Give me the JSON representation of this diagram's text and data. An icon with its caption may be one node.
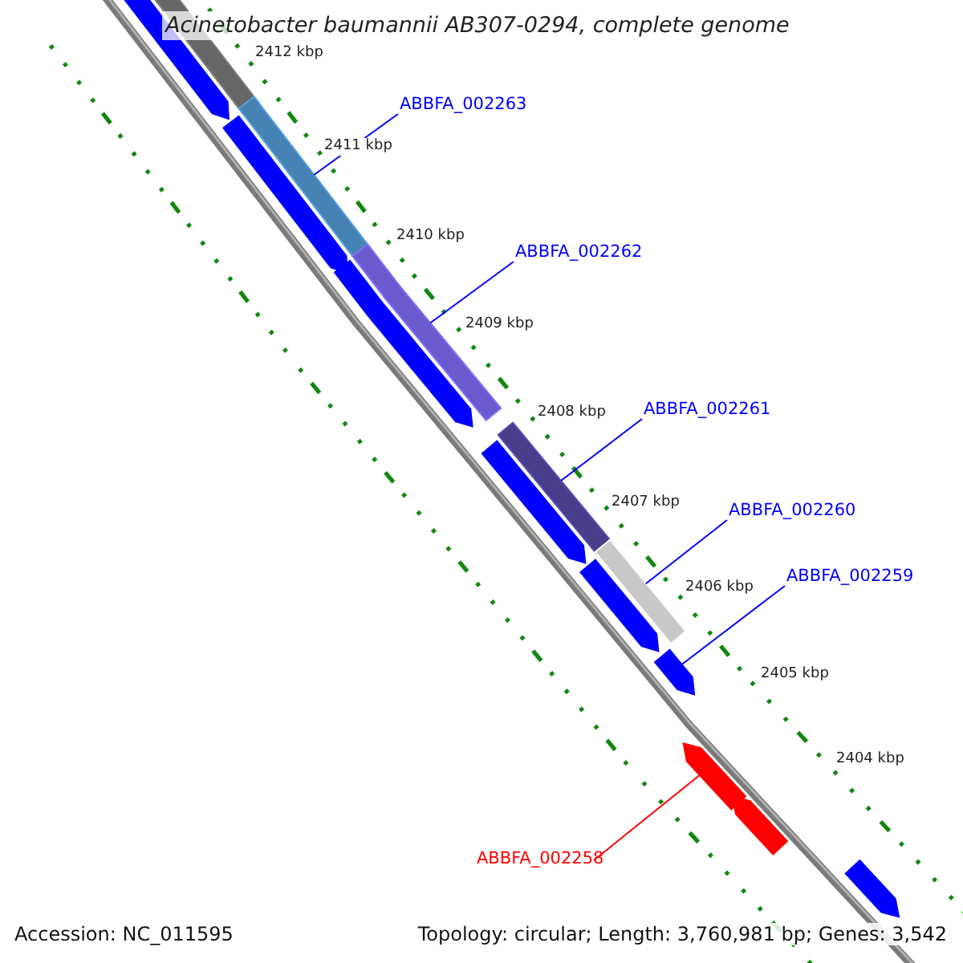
{
  "diagram": {
    "title": "Acinetobacter baumannii AB307-0294, complete genome",
    "nodes": [
      {
        "text": [
          "ABBFA_002263"
        ]
      },
      {
        "text": [
          "ABBFA_002262"
        ]
      },
      {
        "text": [
          "ABBFA_002261"
        ]
      },
      {
        "text": [
          "ABBFA_002260"
        ]
      },
      {
        "text": [
          "ABBFA_002259"
        ]
      },
      {
        "text": [
          "ABBFA_002258"
        ]
      },
      {
        "text": [],
        "shape": "arrow"
      },
      {
        "text": [],
        "shape": "bar"
      },
      {
        "text": [],
        "shape": "bar"
      },
      {
        "text": [],
        "shape": "arrow"
      },
      {
        "text": [],
        "shape": "bar"
      },
      {
        "text": [],
        "shape": "arrow"
      },
      {
        "text": [],
        "shape": "bar"
      },
      {
        "text": [],
        "shape": "arrow"
      },
      {
        "text": [],
        "shape": "bar"
      },
      {
        "text": [],
        "shape": "arrow"
      },
      {
        "text": [],
        "shape": "arrow"
      },
      {
        "text": [],
        "shape": "arrow"
      },
      {
        "text": [],
        "shape": "arrow"
      },
      {
        "text": [],
        "shape": "arrow"
      }
    ],
    "edges": [
      {
        "from": 0,
        "to": 8,
        "arrow": "none"
      },
      {
        "from": 1,
        "to": 10,
        "arrow": "none"
      },
      {
        "from": 2,
        "to": 12,
        "arrow": "none"
      },
      {
        "from": 3,
        "to": 14,
        "arrow": "none"
      },
      {
        "from": 4,
        "to": 16,
        "arrow": "none"
      },
      {
        "from": 5,
        "to": 17,
        "arrow": "none",
        "color": "#ff0000"
      }
    ],
    "labels": [
      "2412 kbp",
      "2411 kbp",
      "2410 kbp",
      "2409 kbp",
      "2408 kbp",
      "2407 kbp",
      "2406 kbp",
      "2405 kbp",
      "2404 kbp",
      "Accession: NC_011595",
      "Topology: circular; Length: 3,760,981 bp; Genes: 3,542"
    ]
  }
}
